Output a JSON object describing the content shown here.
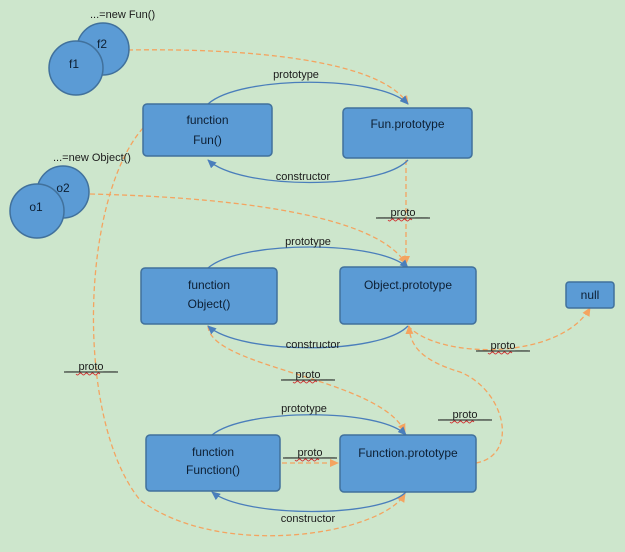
{
  "nodes": {
    "function_fun": {
      "line1": "function",
      "line2": "Fun()"
    },
    "fun_prototype": {
      "label": "Fun.prototype"
    },
    "function_object": {
      "line1": "function",
      "line2": "Object()"
    },
    "object_prototype": {
      "label": "Object.prototype"
    },
    "null_box": {
      "label": "null"
    },
    "function_function": {
      "line1": "function",
      "line2": "Function()"
    },
    "function_prototype": {
      "label": "Function.prototype"
    }
  },
  "instances": {
    "f1": "f1",
    "f2": "f2",
    "fun_caption": "...=new Fun()",
    "o1": "o1",
    "o2": "o2",
    "object_caption": "...=new Object()"
  },
  "edges": {
    "fun_prototype_label": "prototype",
    "fun_constructor_label": "constructor",
    "fun_proto_label": "__proto__",
    "object_prototype_label": "prototype",
    "object_constructor_label": "constructor",
    "object_proto_null_label": "__proto__",
    "object_fn_proto_label": "__proto__",
    "fun_fn_proto_label": "__proto__",
    "function_prototype_label": "prototype",
    "function_fn_proto_label": "__proto__",
    "function_constructor_label": "constructor",
    "fnproto_objproto_label": "__proto__"
  },
  "colors": {
    "box_fill": "#5b9bd5",
    "box_stroke": "#41719c",
    "solid_arrow": "#4a7ebb",
    "dashed_arrow": "#f4a460",
    "background": "#cde6cc"
  }
}
